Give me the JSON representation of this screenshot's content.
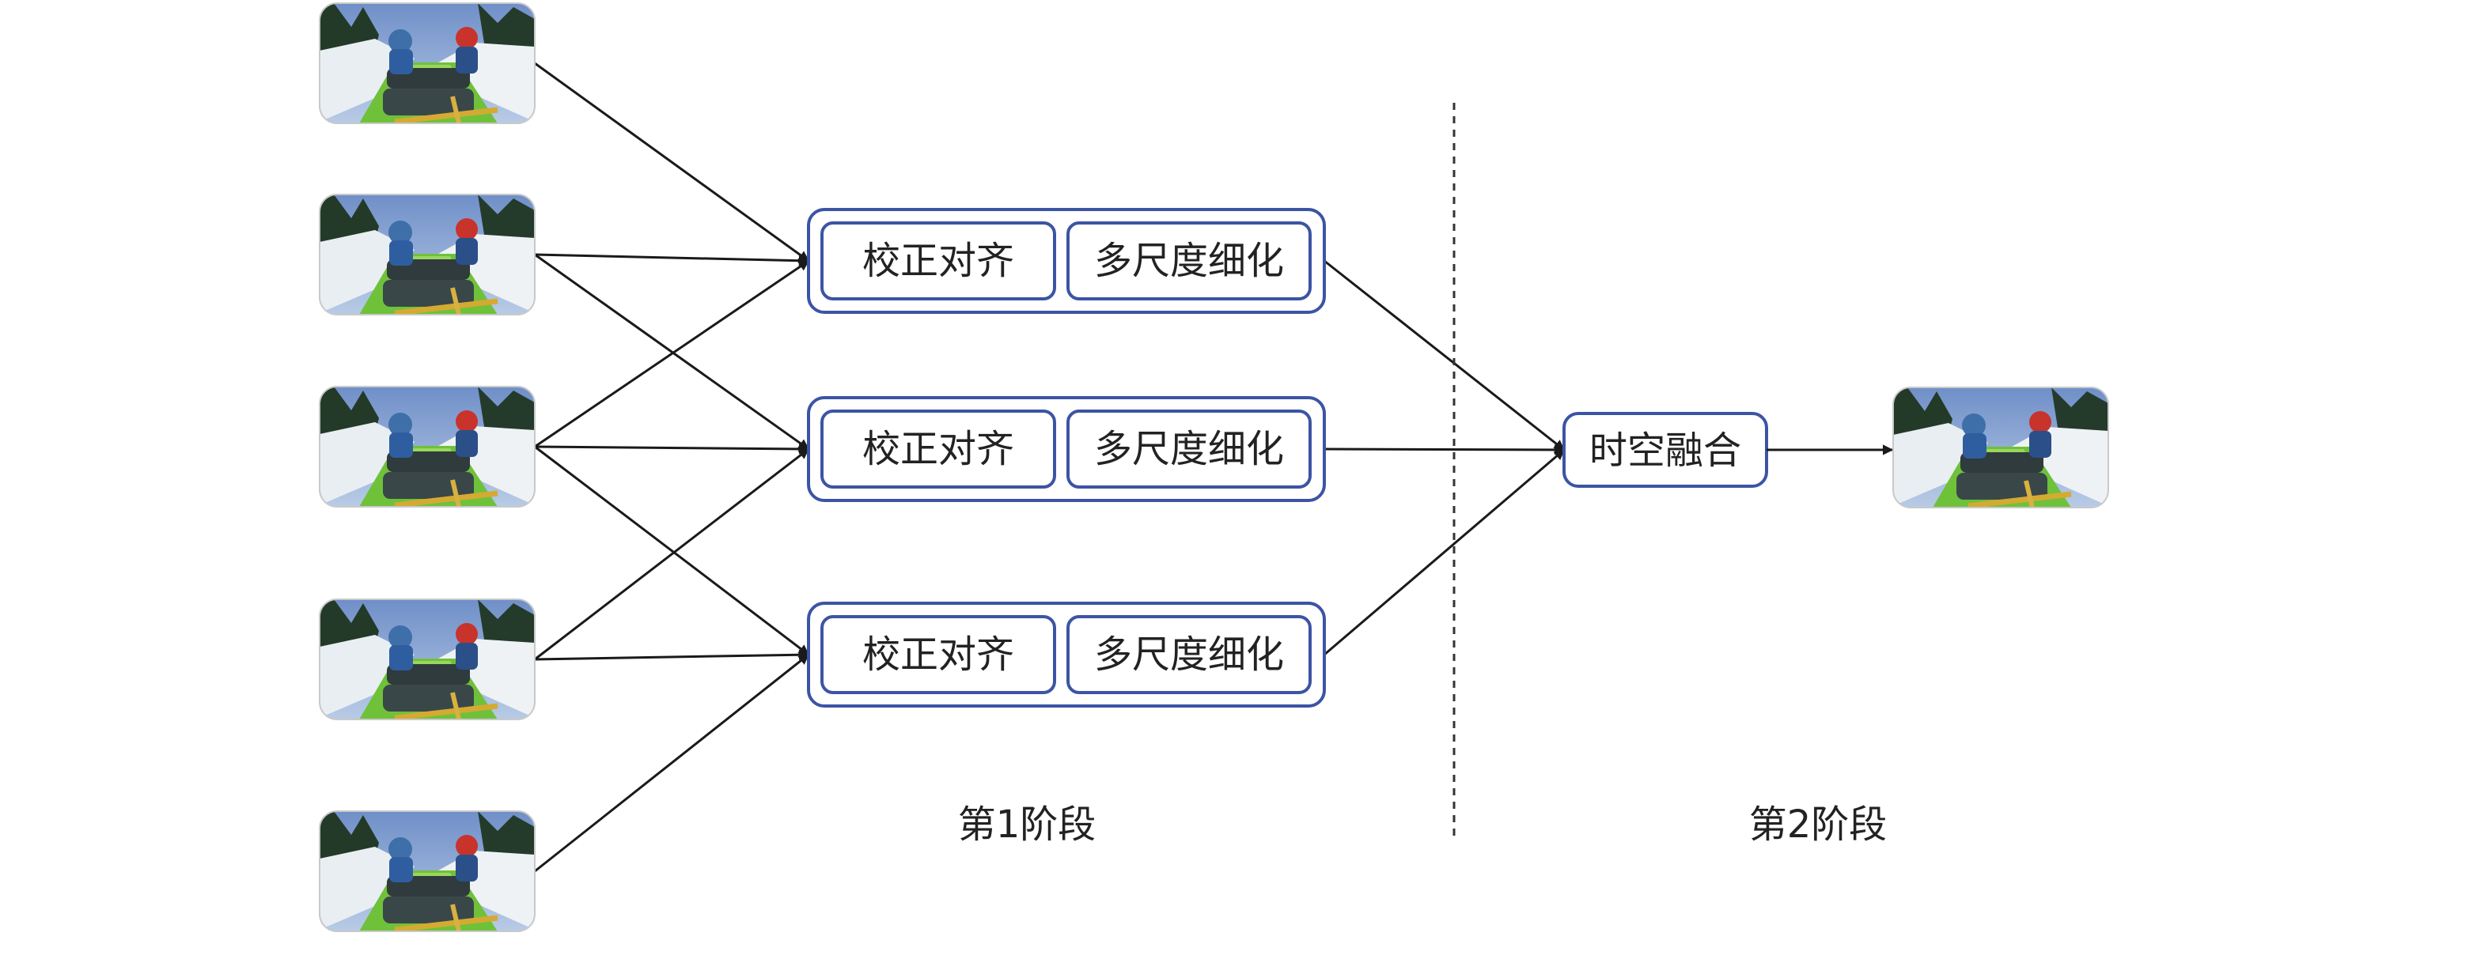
{
  "diagram": {
    "inputs": [
      {
        "id": "frame-1",
        "icon": "rafting-photo"
      },
      {
        "id": "frame-2",
        "icon": "rafting-photo"
      },
      {
        "id": "frame-3",
        "icon": "rafting-photo"
      },
      {
        "id": "frame-4",
        "icon": "rafting-photo"
      },
      {
        "id": "frame-5",
        "icon": "rafting-photo"
      }
    ],
    "modules": [
      {
        "align_label": "校正对齐",
        "refine_label": "多尺度细化"
      },
      {
        "align_label": "校正对齐",
        "refine_label": "多尺度细化"
      },
      {
        "align_label": "校正对齐",
        "refine_label": "多尺度细化"
      }
    ],
    "connections": [
      {
        "from": 0,
        "to": 0
      },
      {
        "from": 1,
        "to": 0
      },
      {
        "from": 1,
        "to": 1
      },
      {
        "from": 2,
        "to": 0
      },
      {
        "from": 2,
        "to": 1
      },
      {
        "from": 2,
        "to": 2
      },
      {
        "from": 3,
        "to": 1
      },
      {
        "from": 3,
        "to": 2
      },
      {
        "from": 4,
        "to": 2
      }
    ],
    "fusion_label": "时空融合",
    "output": {
      "icon": "rafting-photo"
    },
    "stage1_label": "第1阶段",
    "stage2_label": "第2阶段"
  },
  "colors": {
    "box_stroke": "#3c54a4",
    "arrow": "#1a1a1a",
    "text": "#222222"
  }
}
